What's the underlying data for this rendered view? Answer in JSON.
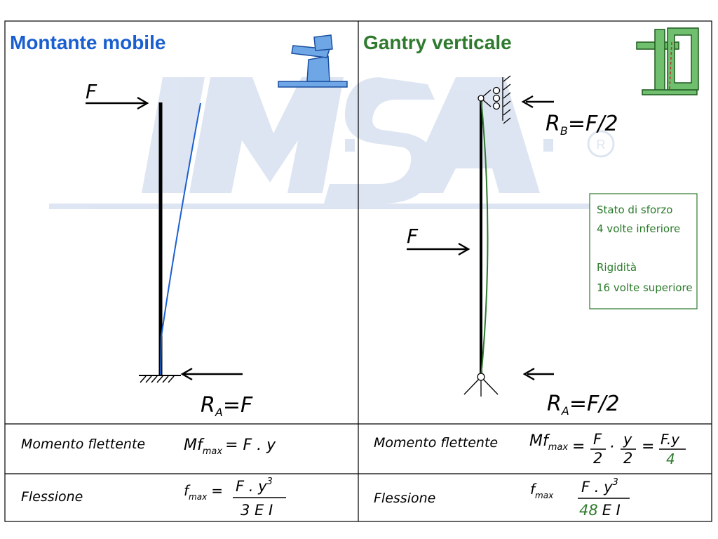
{
  "watermark": {
    "text": "I.M.S.A.",
    "registered_mark": "R",
    "color": "#3a64b4"
  },
  "left": {
    "title": "Montante mobile",
    "title_color": "#1a5fd0",
    "force_label": "F",
    "reaction_main": "R",
    "reaction_sub": "A",
    "reaction_rest": "=F",
    "moment_label": "Momento flettente",
    "moment_formula": {
      "main": "Mf",
      "sub": "max",
      "rest": "= F . y"
    },
    "deflection_label": "Flessione",
    "deflection_formula": {
      "main": "f",
      "sub": "max",
      "eq": "=",
      "num": "F . y",
      "exp": "3",
      "den": "3 E I"
    }
  },
  "right": {
    "title": "Gantry verticale",
    "title_color": "#2f7a2f",
    "force_label": "F",
    "reaction_top_main": "R",
    "reaction_top_sub": "B",
    "reaction_top_rest": "=F/2",
    "reaction_bottom_main": "R",
    "reaction_bottom_sub": "A",
    "reaction_bottom_rest": "=F/2",
    "note_line1": "Stato di sforzo",
    "note_line2": "4 volte inferiore",
    "note_line3": "Rigidità",
    "note_line4": "16 volte superiore",
    "moment_label": "Momento flettente",
    "moment_formula": {
      "main": "Mf",
      "sub": "max",
      "eq1": "=",
      "f1_num": "F",
      "f1_den": "2",
      "dot": "·",
      "f2_num": "y",
      "f2_den": "2",
      "eq2": "=",
      "f3_num": "F.y",
      "f3_den": "4"
    },
    "deflection_label": "Flessione",
    "deflection_formula": {
      "main": "f",
      "sub": "max",
      "num": "F . y",
      "exp": "3",
      "den_green": "48",
      "den_rest": "E I"
    }
  },
  "colors": {
    "blue": "#1a5fd0",
    "green": "#2f7a2f",
    "fill_blue": "#6ea6e6",
    "fill_green": "#6fbf6f"
  }
}
